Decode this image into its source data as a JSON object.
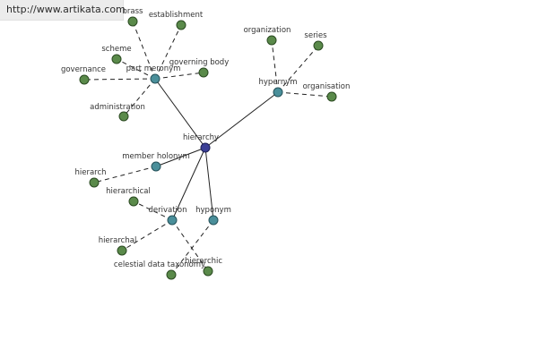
{
  "watermark": {
    "url": "http://www.artikata.com"
  },
  "graph": {
    "center": {
      "id": "hierarchy",
      "label": "hierarchy",
      "kind": "center"
    },
    "relations": [
      {
        "id": "part-meronym",
        "label": "part meronym",
        "kind": "relation"
      },
      {
        "id": "hypernym",
        "label": "hypernym",
        "kind": "relation"
      },
      {
        "id": "member-holonym",
        "label": "member holonym",
        "kind": "relation"
      },
      {
        "id": "derivation",
        "label": "derivation",
        "kind": "relation"
      },
      {
        "id": "hyponym",
        "label": "hyponym",
        "kind": "relation"
      }
    ],
    "leaves": [
      {
        "id": "brass",
        "label": "brass",
        "parent": "part-meronym"
      },
      {
        "id": "establishment",
        "label": "establishment",
        "parent": "part-meronym"
      },
      {
        "id": "scheme",
        "label": "scheme",
        "parent": "part-meronym"
      },
      {
        "id": "governance",
        "label": "governance",
        "parent": "part-meronym"
      },
      {
        "id": "governing-body",
        "label": "governing body",
        "parent": "part-meronym"
      },
      {
        "id": "administration",
        "label": "administration",
        "parent": "part-meronym"
      },
      {
        "id": "organization",
        "label": "organization",
        "parent": "hypernym"
      },
      {
        "id": "series",
        "label": "series",
        "parent": "hypernym"
      },
      {
        "id": "organisation",
        "label": "organisation",
        "parent": "hypernym"
      },
      {
        "id": "hierarch",
        "label": "hierarch",
        "parent": "member-holonym"
      },
      {
        "id": "hierarchical",
        "label": "hierarchical",
        "parent": "derivation"
      },
      {
        "id": "hierarchal",
        "label": "hierarchal",
        "parent": "derivation"
      },
      {
        "id": "hierarchic",
        "label": "hierarchic",
        "parent": "derivation"
      },
      {
        "id": "celestial-data-taxonomy",
        "label": "celestial data taxonomy",
        "parent": "hyponym"
      }
    ]
  },
  "colors": {
    "center_node": "#3b3f96",
    "relation_node": "#4a8f9a",
    "leaf_node": "#5a8a4a",
    "edge": "#222222"
  }
}
